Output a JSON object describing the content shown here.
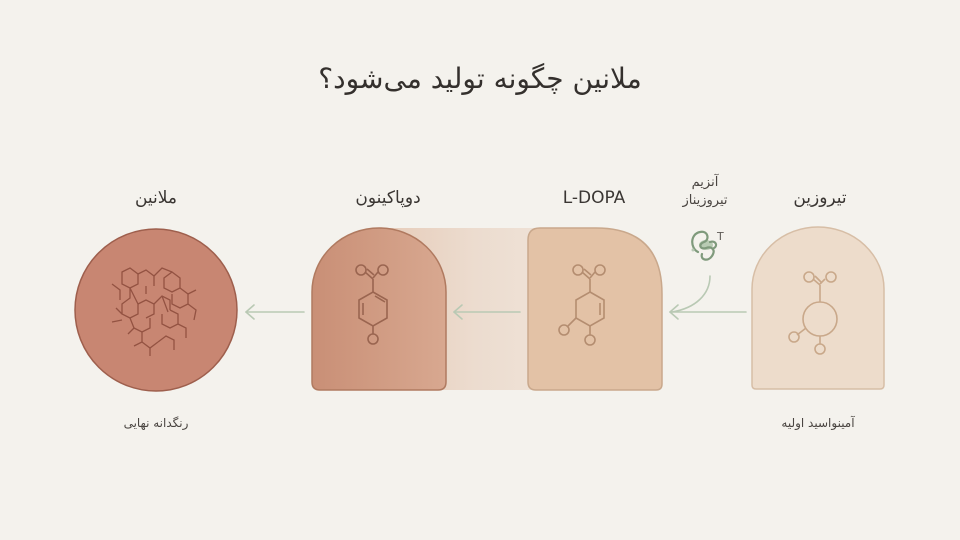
{
  "title": "ملانین چگونه تولید می‌شود؟",
  "stages": [
    {
      "id": "tyrosine",
      "label": "تیروزین",
      "sublabel": "آمینواسید اولیه",
      "fill": "#eddccb",
      "stroke": "#d7bea6",
      "icon": "tyrosine-molecule-icon"
    },
    {
      "id": "ldopa",
      "label": "L-DOPA",
      "sublabel": "",
      "fill": "#e3c2a6",
      "stroke": "#c9a88c",
      "icon": "ldopa-molecule-icon"
    },
    {
      "id": "dopaquinone",
      "label": "دوپاکینون",
      "sublabel": "",
      "fill": "#cf9a80",
      "stroke": "#b07a60",
      "icon": "dopaquinone-molecule-icon"
    },
    {
      "id": "melanin",
      "label": "ملانین",
      "sublabel": "رنگدانه نهایی",
      "fill": "#c88672",
      "stroke": "#9e5f4d",
      "icon": "melanin-polymer-icon"
    }
  ],
  "enzyme": {
    "line1": "آنزیم",
    "line2": "تیروزیناز",
    "icon": "enzyme-protein-icon",
    "icon_letter": "T",
    "color": "#8fa88c"
  },
  "colors": {
    "background": "#f4f2ed",
    "arrow": "#b9c9b4",
    "text": "#3a3633"
  }
}
